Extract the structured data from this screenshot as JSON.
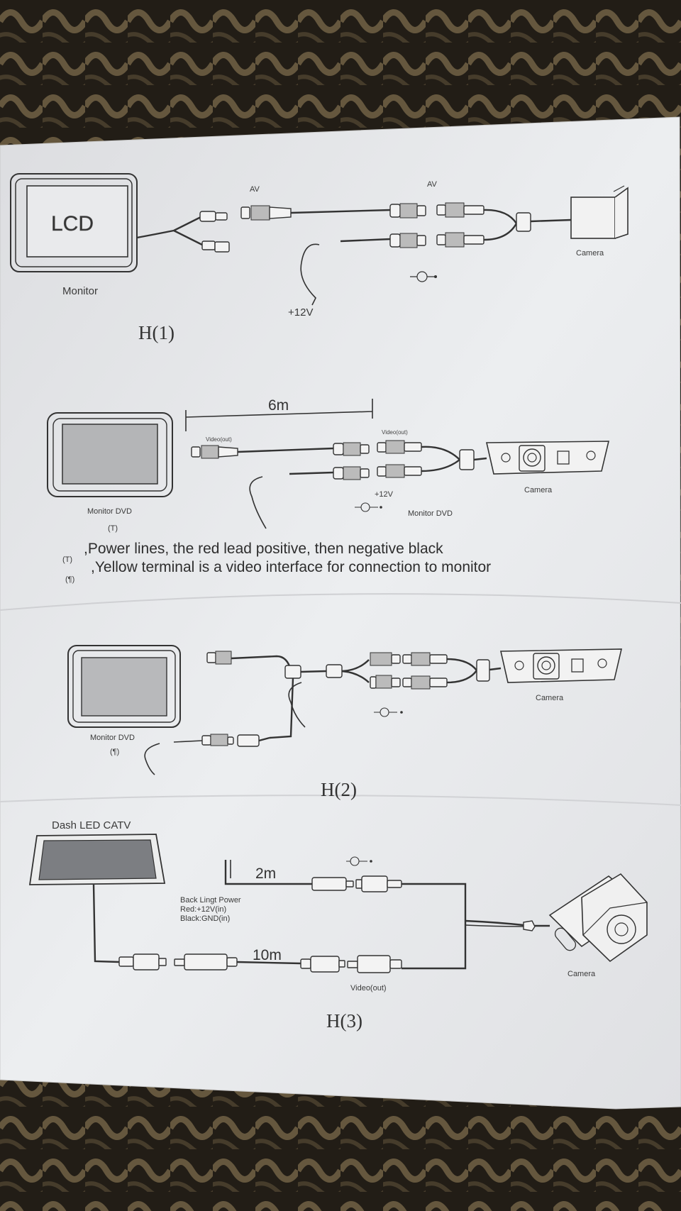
{
  "diagram": {
    "h1": {
      "lcd_screen": "LCD",
      "monitor": "Monitor",
      "av_left": "AV",
      "av_right": "AV",
      "camera": "Camera",
      "power": "+12V",
      "figure": "H(1)"
    },
    "h1b": {
      "length": "6m",
      "video_out_left": "Video(out)",
      "video_out_right": "Video(out)",
      "power": "+12V",
      "monitor_dvd": "Monitor DVD",
      "monitor_dvd_mark": "(T)",
      "monitor_dvd_right": "Monitor DVD",
      "camera": "Camera"
    },
    "notes": [
      {
        "mark": "(T)",
        "text": ",Power lines, the red lead positive, then negative black"
      },
      {
        "mark": "(¶)",
        "text": ",Yellow terminal is a video interface for connection to monitor"
      }
    ],
    "h2": {
      "monitor_dvd": "Monitor DVD",
      "monitor_dvd_mark": "(¶)",
      "camera": "Camera",
      "figure": "H(2)"
    },
    "h3": {
      "display": "Dash LED CATV",
      "length_power": "2m",
      "back_light_power": "Back Lingt Power",
      "red": "Red:+12V(in)",
      "black": "Black:GND(in)",
      "length_video": "10m",
      "video_out": "Video(out)",
      "camera": "Camera",
      "figure": "H(3)"
    }
  },
  "colors": {
    "paper": "#e6e7ea",
    "ink": "#333333",
    "background_fabric": "#2a241b"
  }
}
